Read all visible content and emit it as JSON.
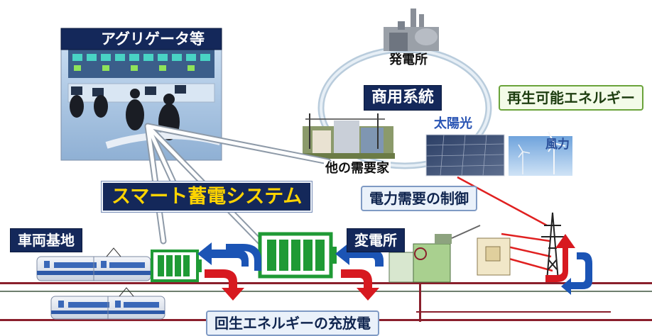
{
  "labels": {
    "aggregator": "アグリゲータ等",
    "power_plant": "発電所",
    "commercial_grid": "商用系統",
    "renewable": "再生可能エネルギー",
    "solar": "太陽光",
    "wind": "風力",
    "other_consumers": "他の需要家",
    "demand_control": "電力需要の制御",
    "smart_storage": "スマート蓄電システム",
    "depot": "車両基地",
    "substation": "変電所",
    "regen_energy": "回生エネルギーの充放電"
  },
  "colors": {
    "navy": "#14285a",
    "smart_text": "#ffd400",
    "battery_green": "#1f9a35",
    "arrow_red": "#d71920",
    "arrow_blue": "#1b54b5",
    "rail": "#8a1f2c",
    "signal_line": "#e02020"
  }
}
